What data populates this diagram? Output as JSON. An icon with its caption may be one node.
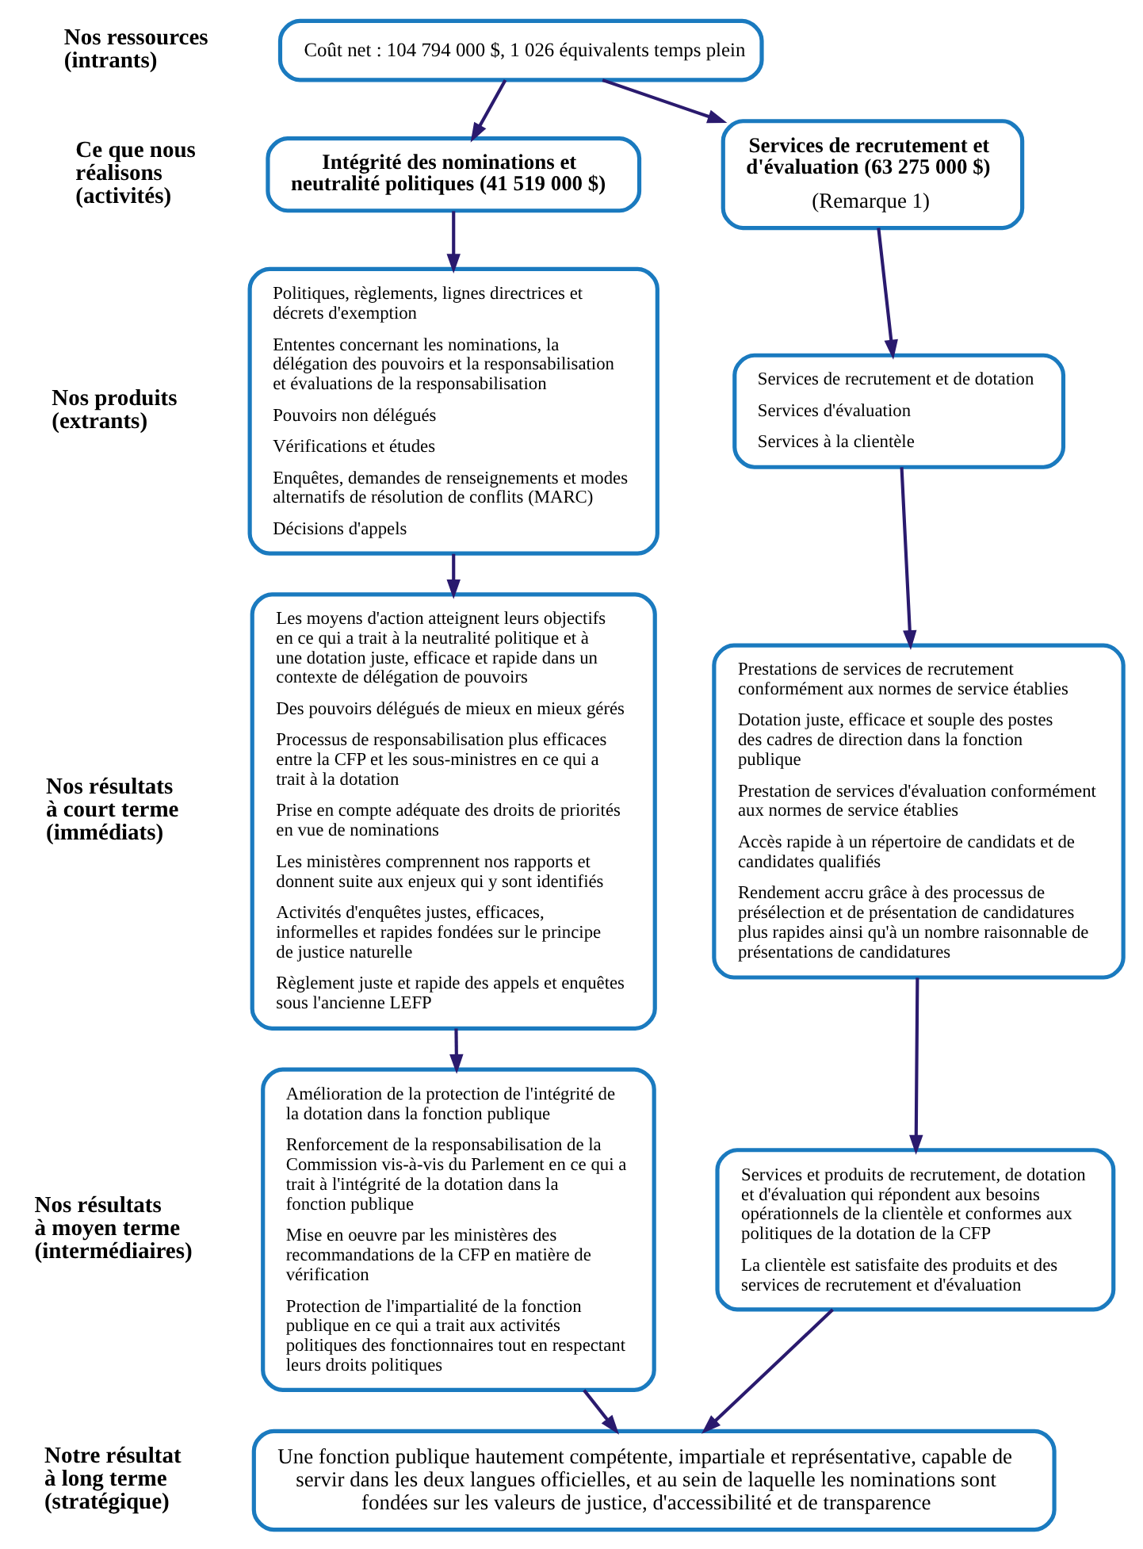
{
  "diagram": {
    "nodes": [
      {
        "text": [
          "Coût net : 104 794 000 $, 1 026 équivalents temps plein"
        ]
      },
      {
        "text": [
          "Intégrité des nominations et neutralité politiques (41 519 000 $)"
        ]
      },
      {
        "text": [
          "Services de recrutement et d'évaluation (63 275 000 $)",
          "(Remarque 1)"
        ]
      },
      {
        "text": [
          "Politiques, règlements, lignes directrices et décrets d'exemption",
          "Ententes concernant les nominations, la délégation des pouvoirs et la responsabilisation et évaluations de la responsabilisation",
          "Pouvoirs non délégués",
          "Vérifications et études",
          "Enquêtes, demandes de renseignements et modes alternatifs de résolution de conflits (MARC)",
          "Décisions d'appels"
        ]
      },
      {
        "text": [
          "Services de recrutement et de dotation",
          "Services d'évaluation",
          "Services à la clientèle"
        ]
      },
      {
        "text": [
          "Les moyens d'action atteignent leurs objectifs en ce qui a trait à la neutralité politique et à une dotation juste, efficace et rapide dans un contexte de délégation de pouvoirs",
          "Des pouvoirs délégués de mieux en mieux gérés",
          "Processus de responsabilisation plus efficaces entre la CFP et les sous-ministres en ce qui a trait à la dotation",
          "Prise en compte adéquate des droits de priorités en vue de nominations",
          "Les ministères comprennent nos rapports et donnent suite aux enjeux qui y sont identifiés",
          "Activités d'enquêtes justes, efficaces, informelles et rapides fondées sur le principe de justice naturelle",
          "Règlement juste et rapide des appels et enquêtes sous l'ancienne LEFP"
        ]
      },
      {
        "text": [
          "Prestations de services de recrutement conformément aux normes de service établies",
          "Dotation juste, efficace et souple des postes des cadres de direction dans la fonction publique",
          "Prestation de services d'évaluation conformément aux normes de service établies",
          "Accès rapide à un répertoire de candidats et de candidates qualifiés",
          "Rendement accru grâce à des processus de présélection et de présentation de candidatures plus rapides ainsi qu'à un nombre raisonnable de présentations de candidatures"
        ]
      },
      {
        "text": [
          "Amélioration de la protection de l'intégrité de la dotation dans la fonction publique",
          "Renforcement de la responsabilisation de la Commission vis-à-vis du Parlement en ce qui a trait à l'intégrité de la dotation dans la fonction publique",
          "Mise en oeuvre par les ministères des recommandations de la CFP en matière de vérification",
          "Protection de l'impartialité de la fonction publique en ce qui a trait aux activités politiques des fonctionnaires tout en respectant leurs droits politiques"
        ]
      },
      {
        "text": [
          "Services et produits de recrutement, de dotation et d'évaluation qui répondent aux besoins opérationnels de la clientèle et conformes aux politiques de la dotation de la CFP",
          "La clientèle est satisfaite des produits et des services de recrutement et d'évaluation"
        ]
      },
      {
        "text": [
          "Une fonction publique hautement compétente, impartiale et représentative, capable de servir dans les deux langues officielles, et au sein de laquelle les nominations sont fondées sur les valeurs de justice, d'accessibilité et de transparence"
        ]
      }
    ],
    "edges": [
      {
        "from": 0,
        "to": 1,
        "arrow": "to"
      },
      {
        "from": 0,
        "to": 2,
        "arrow": "to"
      },
      {
        "from": 1,
        "to": 3,
        "arrow": "to"
      },
      {
        "from": 2,
        "to": 4,
        "arrow": "to"
      },
      {
        "from": 3,
        "to": 5,
        "arrow": "to"
      },
      {
        "from": 4,
        "to": 6,
        "arrow": "to"
      },
      {
        "from": 5,
        "to": 7,
        "arrow": "to"
      },
      {
        "from": 6,
        "to": 8,
        "arrow": "to"
      },
      {
        "from": 7,
        "to": 9,
        "arrow": "to"
      },
      {
        "from": 8,
        "to": 9,
        "arrow": "to"
      }
    ],
    "labels": [
      "Nos ressources (intrants)",
      "Ce que nous réalisons (activités)",
      "Nos produits (extrants)",
      "Nos résultats à court terme (immédiats)",
      "Nos résultats à moyen terme (intermédiaires)",
      "Notre résultat à long terme (stratégique)"
    ]
  }
}
